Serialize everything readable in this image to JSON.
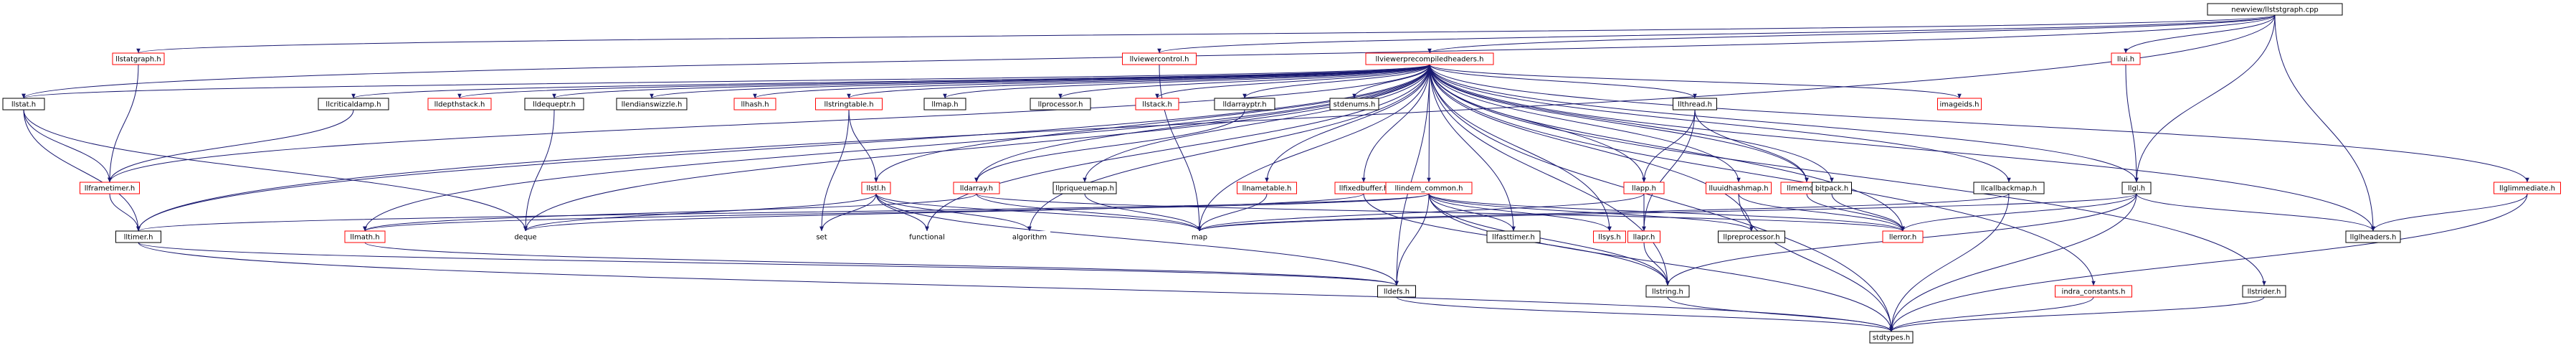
{
  "colors": {
    "root_fill": "#bfbfbf",
    "documented_border": "#000000",
    "undocumented_border": "#ff0000",
    "edge": "#191970",
    "background": "#ffffff"
  },
  "nodes": [
    {
      "id": "root",
      "label": "newview/llststgraph.cpp",
      "kind": "root"
    },
    {
      "id": "llstatgraph",
      "label": "llstatgraph.h",
      "kind": "undocumented"
    },
    {
      "id": "llviewercontrol",
      "label": "llviewercontrol.h",
      "kind": "undocumented"
    },
    {
      "id": "llviewerprecomp",
      "label": "llviewerprecompiledheaders.h",
      "kind": "undocumented"
    },
    {
      "id": "llui",
      "label": "llui.h",
      "kind": "undocumented"
    },
    {
      "id": "llstat",
      "label": "llstat.h",
      "kind": "documented"
    },
    {
      "id": "llframetimer",
      "label": "llframetimer.h",
      "kind": "undocumented"
    },
    {
      "id": "lltimer",
      "label": "lltimer.h",
      "kind": "documented"
    },
    {
      "id": "llcriticaldamp",
      "label": "llcriticaldamp.h",
      "kind": "documented"
    },
    {
      "id": "lldepthstack",
      "label": "lldepthstack.h",
      "kind": "undocumented"
    },
    {
      "id": "lldequeptr",
      "label": "lldequeptr.h",
      "kind": "documented"
    },
    {
      "id": "llendianswizzle",
      "label": "llendianswizzle.h",
      "kind": "documented"
    },
    {
      "id": "llhash",
      "label": "llhash.h",
      "kind": "undocumented"
    },
    {
      "id": "llstringtable",
      "label": "llstringtable.h",
      "kind": "undocumented"
    },
    {
      "id": "llmap",
      "label": "llmap.h",
      "kind": "documented"
    },
    {
      "id": "llprocessor",
      "label": "llprocessor.h",
      "kind": "documented"
    },
    {
      "id": "llstack",
      "label": "llstack.h",
      "kind": "undocumented"
    },
    {
      "id": "lldarrayptr",
      "label": "lldarrayptr.h",
      "kind": "documented"
    },
    {
      "id": "stdenums",
      "label": "stdenums.h",
      "kind": "documented"
    },
    {
      "id": "llthread",
      "label": "llthread.h",
      "kind": "documented"
    },
    {
      "id": "imageids",
      "label": "imageids.h",
      "kind": "undocumented"
    },
    {
      "id": "llgl",
      "label": "llgl.h",
      "kind": "documented"
    },
    {
      "id": "llglimmediate",
      "label": "llglimmediate.h",
      "kind": "undocumented"
    },
    {
      "id": "llstl",
      "label": "llstl.h",
      "kind": "undocumented"
    },
    {
      "id": "lldarray",
      "label": "lldarray.h",
      "kind": "undocumented"
    },
    {
      "id": "llpriqueuemap",
      "label": "llpriqueuemap.h",
      "kind": "documented"
    },
    {
      "id": "llnametable",
      "label": "llnametable.h",
      "kind": "undocumented"
    },
    {
      "id": "llfixedbuffer",
      "label": "llfixedbuffer.h",
      "kind": "undocumented"
    },
    {
      "id": "llmemory",
      "label": "llmemory.h",
      "kind": "undocumented"
    },
    {
      "id": "llapp",
      "label": "llapp.h",
      "kind": "undocumented"
    },
    {
      "id": "llpreprocessor",
      "label": "llpreprocessor.h",
      "kind": "documented"
    },
    {
      "id": "llcallbackmap",
      "label": "llcallbackmap.h",
      "kind": "documented"
    },
    {
      "id": "llmath",
      "label": "llmath.h",
      "kind": "undocumented"
    },
    {
      "id": "deque",
      "label": "deque",
      "kind": "plain"
    },
    {
      "id": "set",
      "label": "set",
      "kind": "plain"
    },
    {
      "id": "functional",
      "label": "functional",
      "kind": "plain"
    },
    {
      "id": "algorithm",
      "label": "algorithm",
      "kind": "plain"
    },
    {
      "id": "map",
      "label": "map",
      "kind": "plain"
    },
    {
      "id": "llerror",
      "label": "llerror.h",
      "kind": "undocumented"
    },
    {
      "id": "lldefs",
      "label": "lldefs.h",
      "kind": "documented"
    },
    {
      "id": "llfasttimer",
      "label": "llfasttimer.h",
      "kind": "documented"
    },
    {
      "id": "llsys",
      "label": "llsys.h",
      "kind": "undocumented"
    },
    {
      "id": "llapr",
      "label": "llapr.h",
      "kind": "undocumented"
    },
    {
      "id": "lluuidhashmap",
      "label": "lluuidhashmap.h",
      "kind": "undocumented"
    },
    {
      "id": "bitpack",
      "label": "bitpack.h",
      "kind": "documented"
    },
    {
      "id": "llcommon",
      "label": "llindem_common.h",
      "kind": "undocumented"
    },
    {
      "id": "llstring",
      "label": "llstring.h",
      "kind": "documented"
    },
    {
      "id": "indra_constants",
      "label": "indra_constants.h",
      "kind": "undocumented"
    },
    {
      "id": "llglheaders",
      "label": "llglheaders.h",
      "kind": "documented"
    },
    {
      "id": "llstrider",
      "label": "llstrider.h",
      "kind": "documented"
    },
    {
      "id": "stdtypes",
      "label": "stdtypes.h",
      "kind": "documented"
    }
  ],
  "edges": [
    [
      "root",
      "llstatgraph"
    ],
    [
      "root",
      "llviewercontrol"
    ],
    [
      "root",
      "llviewerprecomp"
    ],
    [
      "root",
      "llui"
    ],
    [
      "root",
      "llstat"
    ],
    [
      "root",
      "llgl"
    ],
    [
      "root",
      "llglheaders"
    ],
    [
      "root",
      "lltimer"
    ],
    [
      "llstatgraph",
      "llframetimer"
    ],
    [
      "llviewercontrol",
      "map"
    ],
    [
      "llui",
      "llgl"
    ],
    [
      "llstat",
      "llframetimer"
    ],
    [
      "llstat",
      "lltimer"
    ],
    [
      "llstat",
      "deque"
    ],
    [
      "llframetimer",
      "lltimer"
    ],
    [
      "lltimer",
      "lldefs"
    ],
    [
      "lltimer",
      "stdtypes"
    ],
    [
      "llviewerprecomp",
      "llstat"
    ],
    [
      "llviewerprecomp",
      "llframetimer"
    ],
    [
      "llviewerprecomp",
      "lltimer"
    ],
    [
      "llviewerprecomp",
      "llcriticaldamp"
    ],
    [
      "llviewerprecomp",
      "lldepthstack"
    ],
    [
      "llviewerprecomp",
      "lldequeptr"
    ],
    [
      "llviewerprecomp",
      "llendianswizzle"
    ],
    [
      "llviewerprecomp",
      "llhash"
    ],
    [
      "llviewerprecomp",
      "llstringtable"
    ],
    [
      "llviewerprecomp",
      "llmap"
    ],
    [
      "llviewerprecomp",
      "llprocessor"
    ],
    [
      "llviewerprecomp",
      "llstack"
    ],
    [
      "llviewerprecomp",
      "lldarrayptr"
    ],
    [
      "llviewerprecomp",
      "stdenums"
    ],
    [
      "llviewerprecomp",
      "llthread"
    ],
    [
      "llviewerprecomp",
      "imageids"
    ],
    [
      "llviewerprecomp",
      "llgl"
    ],
    [
      "llviewerprecomp",
      "llglimmediate"
    ],
    [
      "llviewerprecomp",
      "llstl"
    ],
    [
      "llviewerprecomp",
      "lldarray"
    ],
    [
      "llviewerprecomp",
      "llpriqueuemap"
    ],
    [
      "llviewerprecomp",
      "llnametable"
    ],
    [
      "llviewerprecomp",
      "llfixedbuffer"
    ],
    [
      "llviewerprecomp",
      "llmemory"
    ],
    [
      "llviewerprecomp",
      "llapp"
    ],
    [
      "llviewerprecomp",
      "llpreprocessor"
    ],
    [
      "llviewerprecomp",
      "llcallbackmap"
    ],
    [
      "llviewerprecomp",
      "llmath"
    ],
    [
      "llviewerprecomp",
      "deque"
    ],
    [
      "llviewerprecomp",
      "functional"
    ],
    [
      "llviewerprecomp",
      "algorithm"
    ],
    [
      "llviewerprecomp",
      "map"
    ],
    [
      "llviewerprecomp",
      "llerror"
    ],
    [
      "llviewerprecomp",
      "lldefs"
    ],
    [
      "llviewerprecomp",
      "llcommon"
    ],
    [
      "llviewerprecomp",
      "llstring"
    ],
    [
      "llviewerprecomp",
      "indra_constants"
    ],
    [
      "llviewerprecomp",
      "llstrider"
    ],
    [
      "llviewerprecomp",
      "stdtypes"
    ],
    [
      "llviewerprecomp",
      "lluuidhashmap"
    ],
    [
      "llviewerprecomp",
      "bitpack"
    ],
    [
      "llviewerprecomp",
      "llfasttimer"
    ],
    [
      "llviewerprecomp",
      "llsys"
    ],
    [
      "llviewerprecomp",
      "llglheaders"
    ],
    [
      "llcriticaldamp",
      "llframetimer"
    ],
    [
      "lldequeptr",
      "deque"
    ],
    [
      "llstringtable",
      "llstl"
    ],
    [
      "llstringtable",
      "set"
    ],
    [
      "llstl",
      "deque"
    ],
    [
      "llstl",
      "set"
    ],
    [
      "llstl",
      "functional"
    ],
    [
      "llstl",
      "algorithm"
    ],
    [
      "llstl",
      "map"
    ],
    [
      "llstl",
      "lldefs"
    ],
    [
      "lldarrayptr",
      "lldarray"
    ],
    [
      "lldarray",
      "llmath"
    ],
    [
      "lldarray",
      "llerror"
    ],
    [
      "lldarray",
      "map"
    ],
    [
      "llpriqueuemap",
      "map"
    ],
    [
      "llnametable",
      "map"
    ],
    [
      "llfixedbuffer",
      "deque"
    ],
    [
      "llfixedbuffer",
      "llstring"
    ],
    [
      "llthread",
      "llapp"
    ],
    [
      "llthread",
      "llmemory"
    ],
    [
      "llthread",
      "llapr"
    ],
    [
      "llmemory",
      "llerror"
    ],
    [
      "llapp",
      "map"
    ],
    [
      "llapp",
      "llapr"
    ],
    [
      "lluuidhashmap",
      "llerror"
    ],
    [
      "lluuidhashmap",
      "stdtypes"
    ],
    [
      "bitpack",
      "llerror"
    ],
    [
      "llcommon",
      "llmath"
    ],
    [
      "llcommon",
      "lltimer"
    ],
    [
      "llcommon",
      "llfasttimer"
    ],
    [
      "llcommon",
      "llsys"
    ],
    [
      "llcommon",
      "llerror"
    ],
    [
      "llcommon",
      "llstring"
    ],
    [
      "llcommon",
      "lldefs"
    ],
    [
      "llcommon",
      "stdtypes"
    ],
    [
      "llcommon",
      "llpreprocessor"
    ],
    [
      "llapr",
      "llstring"
    ],
    [
      "llstring",
      "stdtypes"
    ],
    [
      "lldefs",
      "stdtypes"
    ],
    [
      "llmath",
      "lldefs"
    ],
    [
      "llcallbackmap",
      "map"
    ],
    [
      "llcallbackmap",
      "stdtypes"
    ],
    [
      "llgl",
      "map"
    ],
    [
      "llgl",
      "llerror"
    ],
    [
      "llgl",
      "llstring"
    ],
    [
      "llgl",
      "stdtypes"
    ],
    [
      "llgl",
      "llglheaders"
    ],
    [
      "llglimmediate",
      "llglheaders"
    ],
    [
      "llglimmediate",
      "stdtypes"
    ],
    [
      "indra_constants",
      "stdtypes"
    ],
    [
      "llstrider",
      "stdtypes"
    ]
  ]
}
